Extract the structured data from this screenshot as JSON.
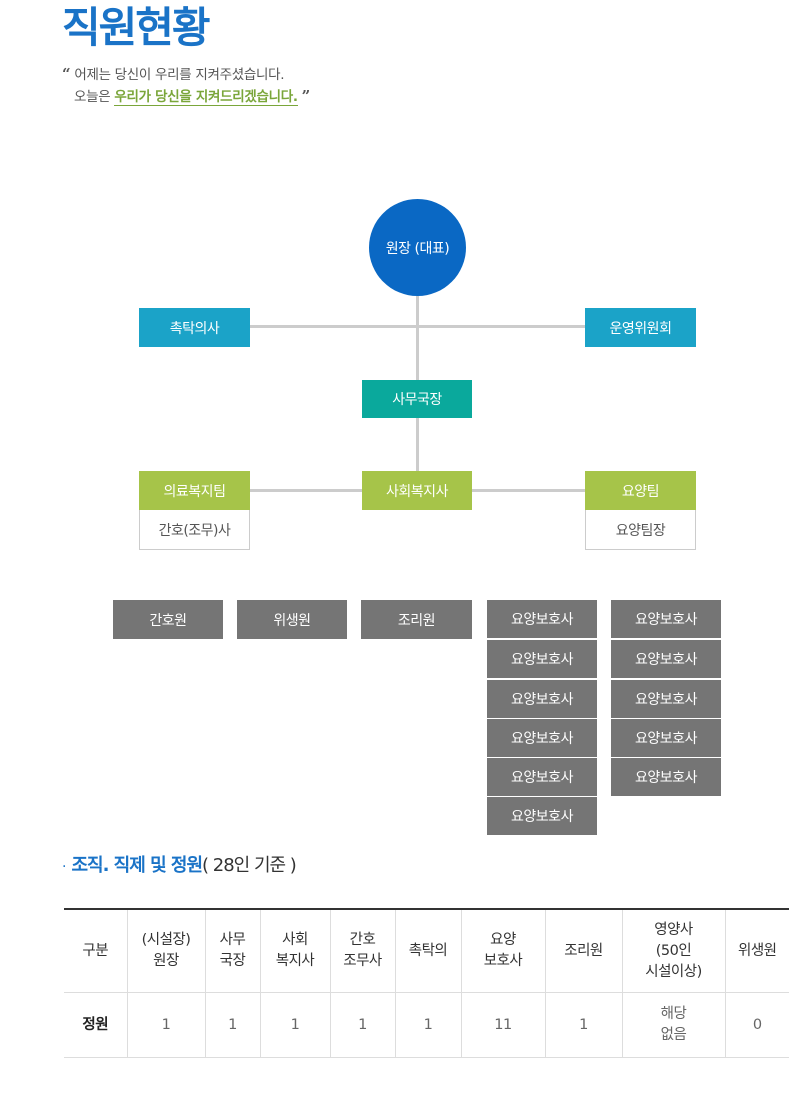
{
  "header": {
    "title": "직원현황",
    "open_quote": "“",
    "quote_line1": "어제는 당신이 우리를 지켜주셨습니다.",
    "quote_line2_prefix": "오늘은 ",
    "quote_highlight": "우리가 당신을 지켜드리겠습니다.",
    "close_quote": "”"
  },
  "org_chart": {
    "director": "원장 (대표)",
    "doctor": "촉탁의사",
    "committee": "운영위원회",
    "secretary_general": "사무국장",
    "medical_team": "의료복지팀",
    "social_worker": "사회복지사",
    "care_team": "요양팀",
    "nurse_aide": "간호(조무)사",
    "care_team_leader": "요양팀장",
    "staff_row": [
      "간호원",
      "위생원",
      "조리원"
    ],
    "caregiver": "요양보호사"
  },
  "section": {
    "dot": "·",
    "title": "조직. 직제 및 정원",
    "note": "( 28인 기준 )"
  },
  "table": {
    "headers": [
      "구분",
      "(시설장)\n원장",
      "사무\n국장",
      "사회\n복지사",
      "간호\n조무사",
      "촉탁의",
      "요양\n보호사",
      "조리원",
      "영양사\n(50인\n시설이상)",
      "위생원"
    ],
    "rows": [
      [
        "정원",
        "1",
        "1",
        "1",
        "1",
        "1",
        "11",
        "1",
        "해당\n없음",
        "0"
      ]
    ]
  },
  "colors": {
    "title_blue": "#1a73c7",
    "circle_blue": "#0a68c4",
    "box_blue": "#1ba3c8",
    "box_teal": "#0aa99c",
    "box_green": "#a6c449",
    "box_gray": "#757575",
    "highlight_green": "#7aa63a"
  }
}
